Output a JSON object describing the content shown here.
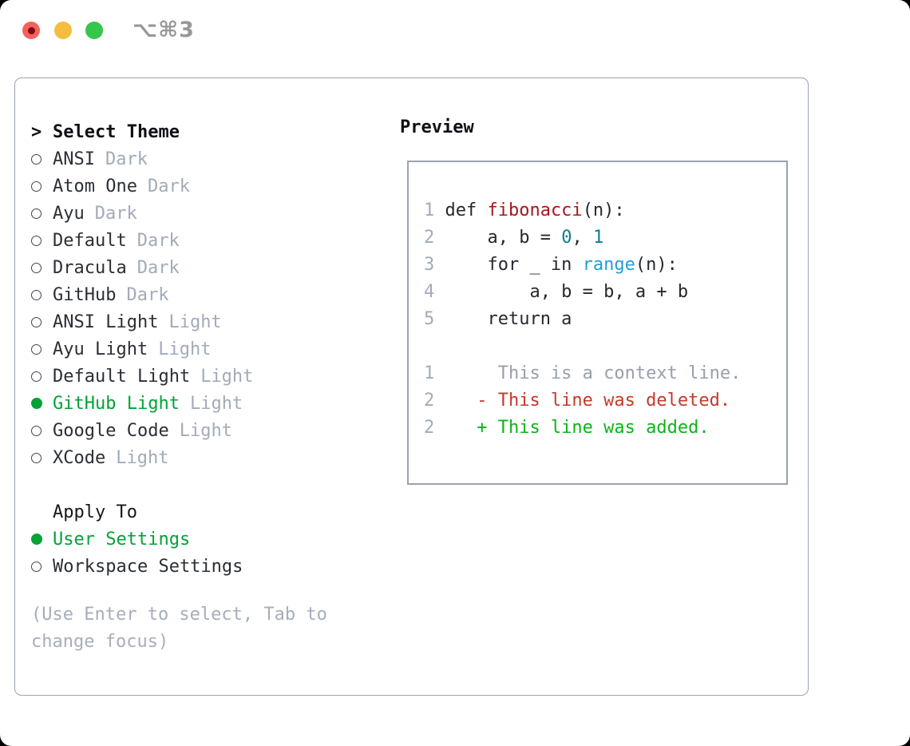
{
  "window": {
    "title": "⌥⌘3"
  },
  "titlebar": {
    "buttons": [
      "close",
      "minimize",
      "zoom"
    ]
  },
  "colors": {
    "selected_green": "#00a336",
    "added_green": "#0cb418",
    "deleted_red": "#c5392b",
    "function_red": "#a6171f",
    "number_teal": "#0d7e8a",
    "builtin_blue": "#219fd6",
    "muted_gray": "#a2abb8",
    "border_gray": "#9aa3af",
    "text_dark": "#24292f"
  },
  "theme_menu": {
    "pointer": ">",
    "header": "Select Theme",
    "items": [
      {
        "name": "ANSI",
        "variant": "Dark",
        "selected": false
      },
      {
        "name": "Atom One",
        "variant": "Dark",
        "selected": false
      },
      {
        "name": "Ayu",
        "variant": "Dark",
        "selected": false
      },
      {
        "name": "Default",
        "variant": "Dark",
        "selected": false
      },
      {
        "name": "Dracula",
        "variant": "Dark",
        "selected": false
      },
      {
        "name": "GitHub",
        "variant": "Dark",
        "selected": false
      },
      {
        "name": "ANSI Light",
        "variant": "Light",
        "selected": false
      },
      {
        "name": "Ayu Light",
        "variant": "Light",
        "selected": false
      },
      {
        "name": "Default Light",
        "variant": "Light",
        "selected": false
      },
      {
        "name": "GitHub Light",
        "variant": "Light",
        "selected": true
      },
      {
        "name": "Google Code",
        "variant": "Light",
        "selected": false
      },
      {
        "name": "XCode",
        "variant": "Light",
        "selected": false
      }
    ]
  },
  "apply_to": {
    "header": "Apply To",
    "options": [
      {
        "label": "User Settings",
        "selected": true
      },
      {
        "label": "Workspace Settings",
        "selected": false
      }
    ]
  },
  "hint": "(Use Enter to select, Tab to change focus)",
  "preview": {
    "header": "Preview",
    "code_lines": [
      {
        "num": "1",
        "segments": [
          {
            "t": "def ",
            "c": "code"
          },
          {
            "t": "fibonacci",
            "c": "func"
          },
          {
            "t": "(n):",
            "c": "code"
          }
        ]
      },
      {
        "num": "2",
        "segments": [
          {
            "t": "    a, b = ",
            "c": "code"
          },
          {
            "t": "0",
            "c": "num"
          },
          {
            "t": ", ",
            "c": "code"
          },
          {
            "t": "1",
            "c": "num"
          }
        ]
      },
      {
        "num": "3",
        "segments": [
          {
            "t": "    for _ in ",
            "c": "code"
          },
          {
            "t": "range",
            "c": "builtin"
          },
          {
            "t": "(n):",
            "c": "code"
          }
        ]
      },
      {
        "num": "4",
        "segments": [
          {
            "t": "        a, b = b, a + b",
            "c": "code"
          }
        ]
      },
      {
        "num": "5",
        "segments": [
          {
            "t": "    return a",
            "c": "code"
          }
        ]
      }
    ],
    "diff_lines": [
      {
        "num": "1",
        "segments": [
          {
            "t": "     This is a context line.",
            "c": "context"
          }
        ]
      },
      {
        "num": "2",
        "segments": [
          {
            "t": "   - This line was deleted.",
            "c": "deleted"
          }
        ]
      },
      {
        "num": "2",
        "segments": [
          {
            "t": "   + This line was added.",
            "c": "added"
          }
        ]
      }
    ]
  }
}
